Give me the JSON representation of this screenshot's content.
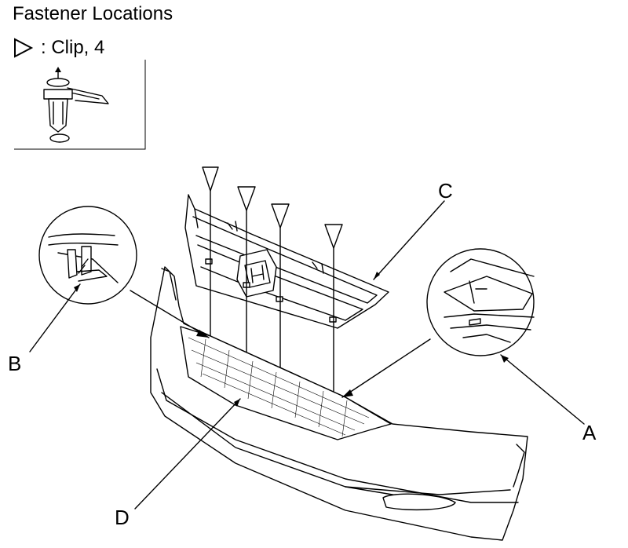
{
  "header": {
    "title": "Fastener Locations"
  },
  "legend": {
    "symbol": "triangle-marker-icon",
    "text": ": Clip, 4"
  },
  "callouts": {
    "a": "A",
    "b": "B",
    "c": "C",
    "d": "D"
  },
  "colors": {
    "line": "#000000",
    "background": "#ffffff"
  }
}
